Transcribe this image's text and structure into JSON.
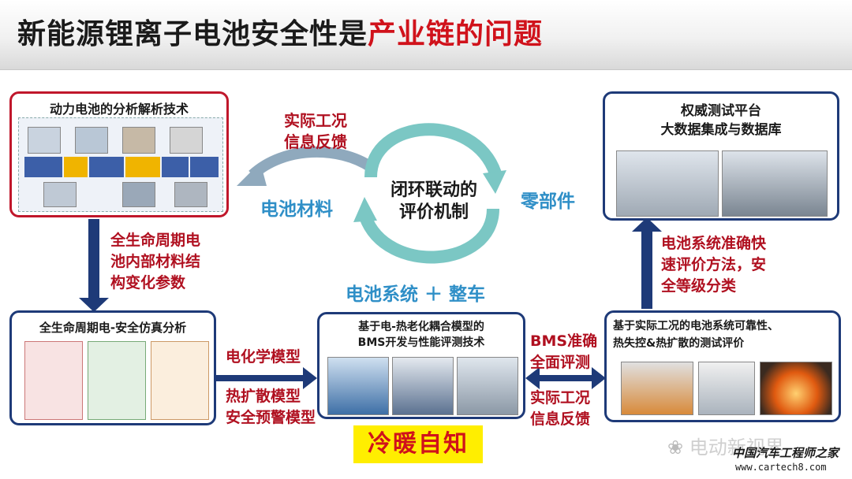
{
  "title": {
    "main": "新能源锂离子电池安全性是",
    "highlight": "产业链的问题"
  },
  "analysis_box": {
    "title": "动力电池的分析解析技术"
  },
  "feedback_top": {
    "line1": "实际工况",
    "line2": "信息反馈"
  },
  "cycle": {
    "line1": "闭环联动的",
    "line2": "评价机制"
  },
  "cell_material": "电池材料",
  "component": "零部件",
  "system_vehicle": "电池系统 ＋ 整车",
  "platform_box": {
    "line1": "权威测试平台",
    "line2": "大数据集成与数据库"
  },
  "lifecycle_params": {
    "line1": "全生命周期电",
    "line2": "池内部材料结",
    "line3": "构变化参数"
  },
  "fast_eval": {
    "line1": "电池系统准确快",
    "line2": "速评价方法，安",
    "line3": "全等级分类"
  },
  "sim_box": {
    "title": "全生命周期电-安全仿真分析"
  },
  "electrochem_model": "电化学模型",
  "thermal_models": {
    "line1": "热扩散模型",
    "line2": "安全预警模型"
  },
  "bms_box": {
    "line1": "基于电-热老化耦合模型的",
    "line2": "BMS开发与性能评测技术"
  },
  "bms_eval": {
    "line1": "BMS准确",
    "line2": "全面评测"
  },
  "feedback_bottom": {
    "line1": "实际工况",
    "line2": "信息反馈"
  },
  "test_box": {
    "line1": "基于实际工况的电池系统可靠性、",
    "line2": "热失控&热扩散的测试评价"
  },
  "badge": "冷暖自知",
  "watermark": {
    "channel": "电动新视界",
    "site_name": "中国汽车工程师之家",
    "site_url": "www.cartech8.com"
  }
}
